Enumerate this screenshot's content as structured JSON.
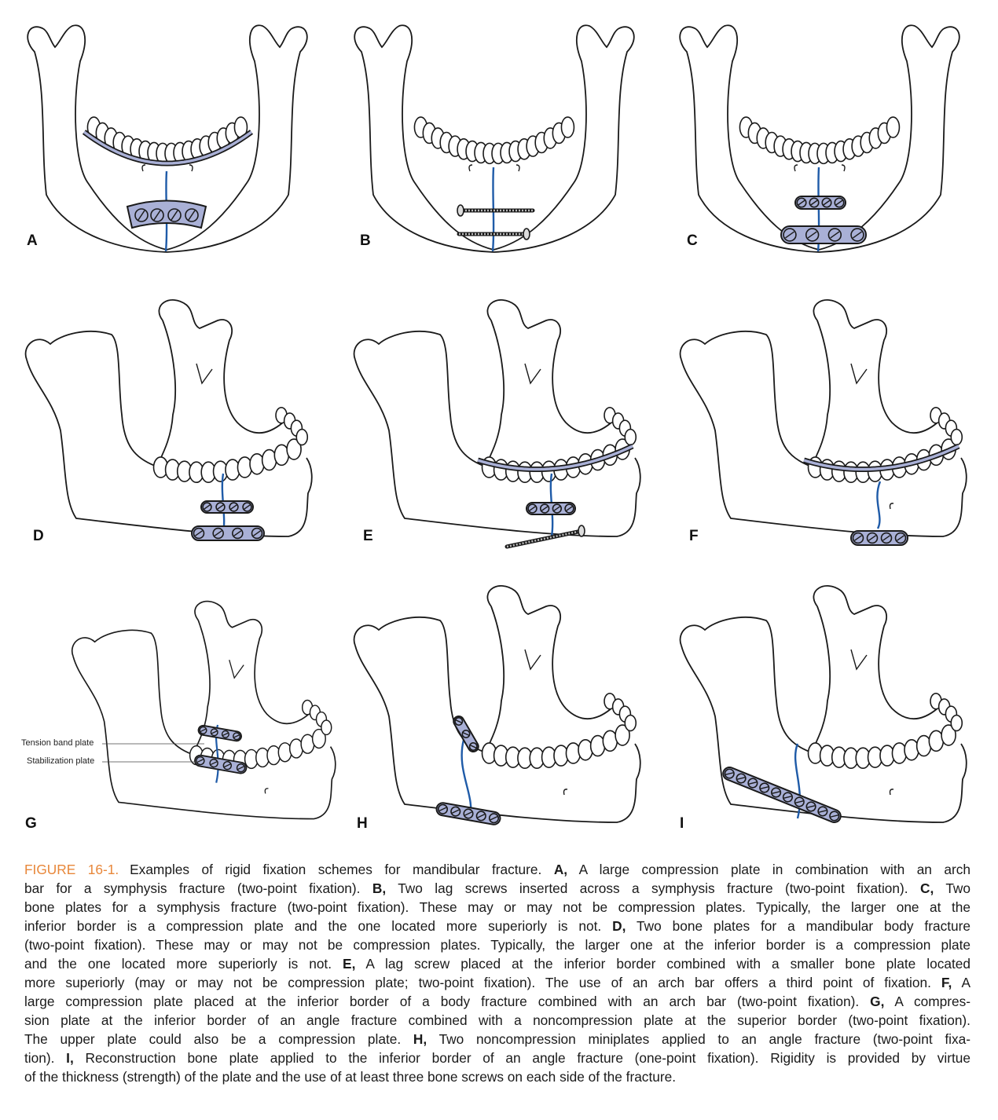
{
  "figure": {
    "panels": [
      {
        "label": "A",
        "view": "front"
      },
      {
        "label": "B",
        "view": "front"
      },
      {
        "label": "C",
        "view": "front"
      },
      {
        "label": "D",
        "view": "lateral"
      },
      {
        "label": "E",
        "view": "lateral"
      },
      {
        "label": "F",
        "view": "lateral"
      },
      {
        "label": "G",
        "view": "lateral",
        "annotations": [
          "Tension band plate",
          "Stabilization plate"
        ]
      },
      {
        "label": "H",
        "view": "lateral"
      },
      {
        "label": "I",
        "view": "lateral"
      }
    ],
    "colors": {
      "plate": "#A9B0D6",
      "fracture": "#1F5BA8",
      "line": "#1a1a1a",
      "figure_label": "#E8873A"
    }
  },
  "caption": {
    "figure_number": "FIGURE 16-1.",
    "lines": [
      [
        {
          "t": "Examples of rigid fixation schemes for mandibular fracture. "
        },
        {
          "t": "A,",
          "b": true
        },
        {
          "t": " A large compression plate in combination with an arch"
        }
      ],
      [
        {
          "t": "bar for a symphysis fracture (two-point fixation). "
        },
        {
          "t": "B,",
          "b": true
        },
        {
          "t": " Two lag screws inserted across a symphysis fracture (two-point fixation). "
        },
        {
          "t": "C,",
          "b": true
        },
        {
          "t": " Two"
        }
      ],
      [
        {
          "t": "bone plates for a symphysis fracture (two-point fixation). These may or may not be compression plates. Typically, the larger one at the"
        }
      ],
      [
        {
          "t": "inferior border is a compression plate and the one located more superiorly is not. "
        },
        {
          "t": "D,",
          "b": true
        },
        {
          "t": " Two bone plates for a mandibular body fracture"
        }
      ],
      [
        {
          "t": "(two-point fixation). These may or may not be compression plates. Typically, the larger one at the inferior border is a compression plate"
        }
      ],
      [
        {
          "t": "and the one located more superiorly is not. "
        },
        {
          "t": "E,",
          "b": true
        },
        {
          "t": " A lag screw placed at the inferior border combined with a smaller bone plate located"
        }
      ],
      [
        {
          "t": "more superiorly (may or may not be compression plate; two-point fixation). The use of an arch bar offers a third point of fixation. "
        },
        {
          "t": "F,",
          "b": true
        },
        {
          "t": " A"
        }
      ],
      [
        {
          "t": "large compression plate placed at the inferior border of a body fracture combined with an arch bar (two-point fixation). "
        },
        {
          "t": "G,",
          "b": true
        },
        {
          "t": " A compres-"
        }
      ],
      [
        {
          "t": "sion plate at the inferior border of an angle fracture combined with a noncompression plate at the superior border (two-point fixation)."
        }
      ],
      [
        {
          "t": "The upper plate could also be a compression plate. "
        },
        {
          "t": "H,",
          "b": true
        },
        {
          "t": " Two noncompression miniplates applied to an angle fracture (two-point fixa-"
        }
      ],
      [
        {
          "t": "tion). "
        },
        {
          "t": "I,",
          "b": true
        },
        {
          "t": " Reconstruction bone plate applied to the inferior border of an angle fracture (one-point fixation). Rigidity is provided by virtue"
        }
      ],
      [
        {
          "t": "of the thickness (strength) of the plate and the use of at least three bone screws on each side of the fracture."
        }
      ]
    ]
  }
}
